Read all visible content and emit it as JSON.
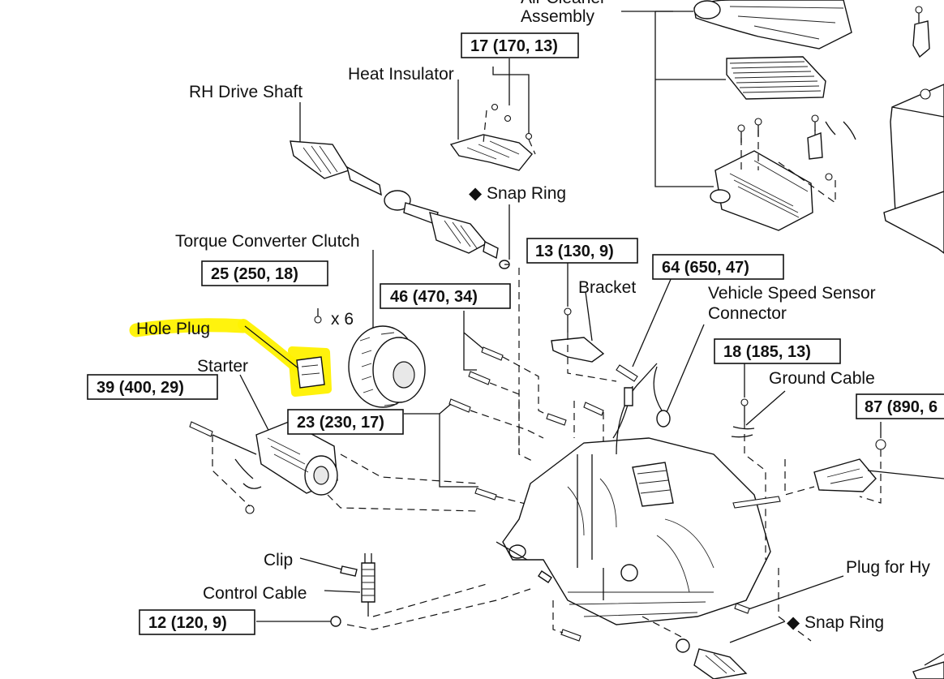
{
  "colors": {
    "highlight": "#fff200",
    "ink": "#111111",
    "paper": "#ffffff"
  },
  "labels": {
    "air_cleaner_1": "Air Cleaner",
    "air_cleaner_2": "Assembly",
    "heat_insulator": "Heat Insulator",
    "rh_drive_shaft": "RH Drive Shaft",
    "snap_ring_top": "◆ Snap Ring",
    "torque_converter_clutch": "Torque Converter Clutch",
    "bracket": "Bracket",
    "vss_1": "Vehicle Speed Sensor",
    "vss_2": "Connector",
    "x6": "x 6",
    "hole_plug": "Hole Plug",
    "starter": "Starter",
    "ground_cable": "Ground Cable",
    "clip": "Clip",
    "control_cable": "Control Cable",
    "plug_for_hy": "Plug for Hy",
    "snap_ring_bottom": "◆ Snap Ring"
  },
  "torque_specs": {
    "s17": "17 (170, 13)",
    "s25": "25 (250, 18)",
    "s13": "13 (130, 9)",
    "s64": "64 (650, 47)",
    "s46": "46 (470, 34)",
    "s18": "18 (185, 13)",
    "s39": "39 (400, 29)",
    "s23": "23 (230, 17)",
    "s87": "87 (890, 6",
    "s12": "12 (120, 9)"
  }
}
